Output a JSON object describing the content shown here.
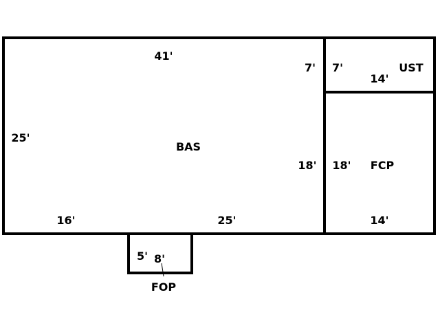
{
  "areas": {
    "bas": {
      "label": "BAS",
      "top": "41'",
      "left": "25'",
      "right": "18'",
      "bottom_left": "16'",
      "bottom_right": "25'",
      "top_right": "7'"
    },
    "ust": {
      "label": "UST",
      "left": "7'",
      "bottom": "14'"
    },
    "fcp": {
      "label": "FCP",
      "left": "18'",
      "bottom": "14'"
    },
    "fop": {
      "label": "FOP",
      "left": "5'",
      "top": "8'"
    }
  }
}
